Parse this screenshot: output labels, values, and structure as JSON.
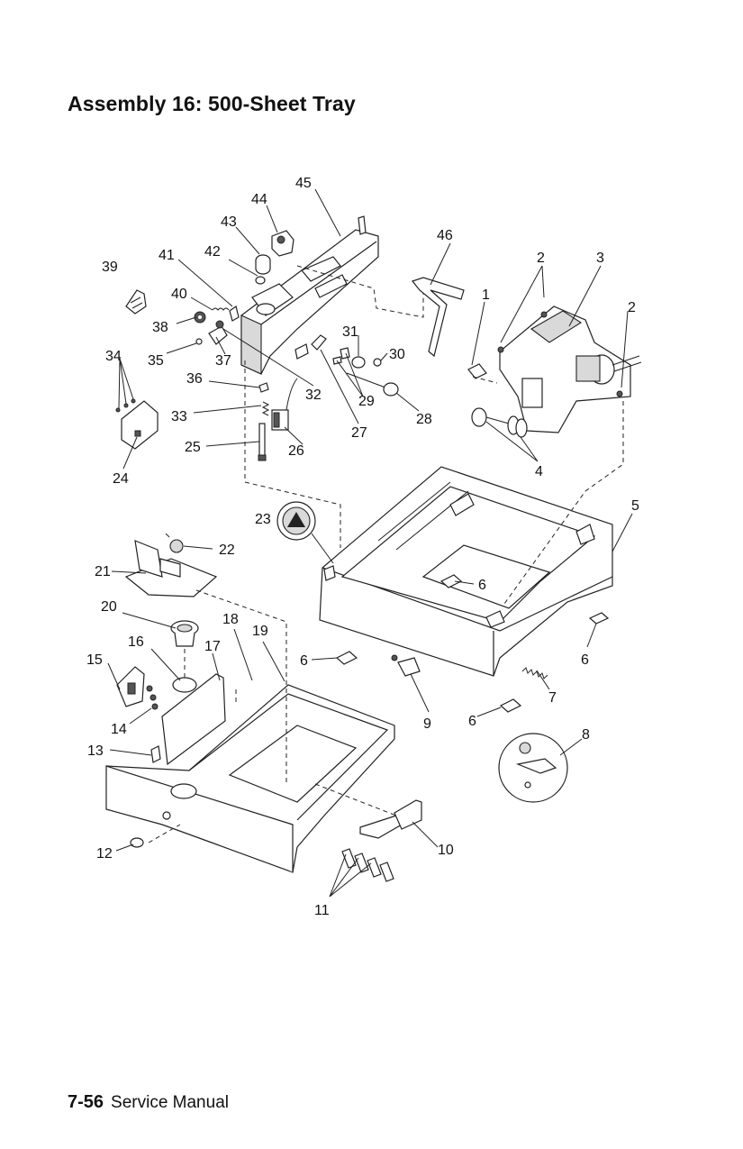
{
  "page": {
    "title": "Assembly 16: 500-Sheet Tray",
    "footer_page": "7-56",
    "footer_text": "Service Manual"
  },
  "callouts": {
    "c1": "1",
    "c2a": "2",
    "c2b": "2",
    "c3": "3",
    "c4": "4",
    "c5": "5",
    "c6a": "6",
    "c6b": "6",
    "c6c": "6",
    "c6d": "6",
    "c7": "7",
    "c8": "8",
    "c9": "9",
    "c10": "10",
    "c11": "11",
    "c12": "12",
    "c13": "13",
    "c14": "14",
    "c15": "15",
    "c16": "16",
    "c17": "17",
    "c18": "18",
    "c19": "19",
    "c20": "20",
    "c21": "21",
    "c22": "22",
    "c23": "23",
    "c24": "24",
    "c25": "25",
    "c26": "26",
    "c27": "27",
    "c28": "28",
    "c29": "29",
    "c30": "30",
    "c31": "31",
    "c32": "32",
    "c33": "33",
    "c34": "34",
    "c35": "35",
    "c36": "36",
    "c37": "37",
    "c38": "38",
    "c39": "39",
    "c40": "40",
    "c41": "41",
    "c42": "42",
    "c43": "43",
    "c44": "44",
    "c45": "45",
    "c46": "46"
  }
}
